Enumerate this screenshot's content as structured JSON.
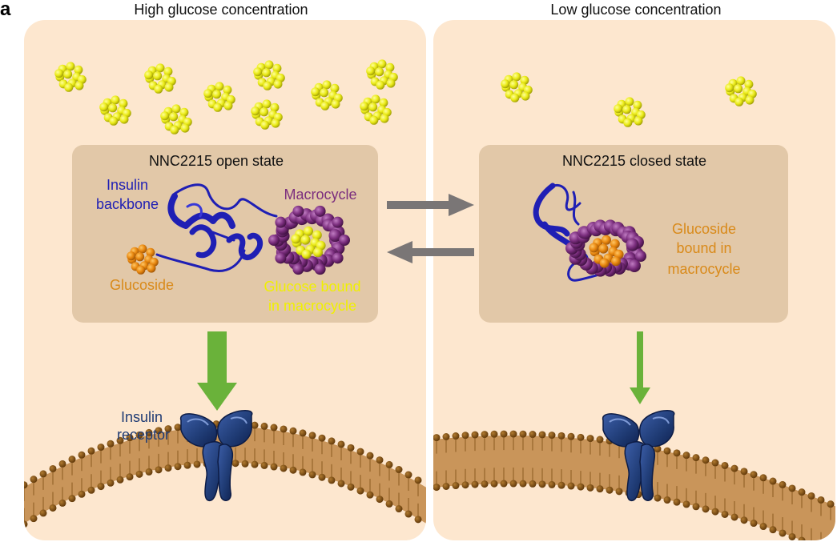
{
  "panel_letter": "a",
  "left": {
    "heading": "High glucose concentration",
    "state_title": "NNC2215 open state",
    "labels": {
      "insulin_line1": "Insulin",
      "insulin_line2": "backbone",
      "macrocycle": "Macrocycle",
      "glucoside": "Glucoside",
      "glucose_line1": "Glucose bound",
      "glucose_line2": "in macrocycle"
    },
    "receptor_line1": "Insulin",
    "receptor_line2": "receptor"
  },
  "right": {
    "heading": "Low glucose concentration",
    "state_title": "NNC2215 closed state",
    "labels": {
      "glucoside_line1": "Glucoside",
      "glucoside_line2": "bound in",
      "glucoside_line3": "macrocycle"
    }
  },
  "colors": {
    "panel_bg": "#fde7cf",
    "box_bg": "#e2c8a8",
    "insulin": "#1f1fb4",
    "macrocycle": "#7b2e7e",
    "glucose": "#e6e61a",
    "glucoside": "#e8870f",
    "arrow_green": "#6ab23a",
    "arrow_grey": "#7a7676",
    "receptor": "#1f3b74",
    "membrane": "#c9955a",
    "lipid_head": "#7a4a10"
  },
  "icons": [
    "glucose-cluster-icon",
    "insulin-ribbon-icon",
    "macrocycle-icon",
    "glucoside-icon",
    "insulin-receptor-icon",
    "membrane-icon"
  ]
}
